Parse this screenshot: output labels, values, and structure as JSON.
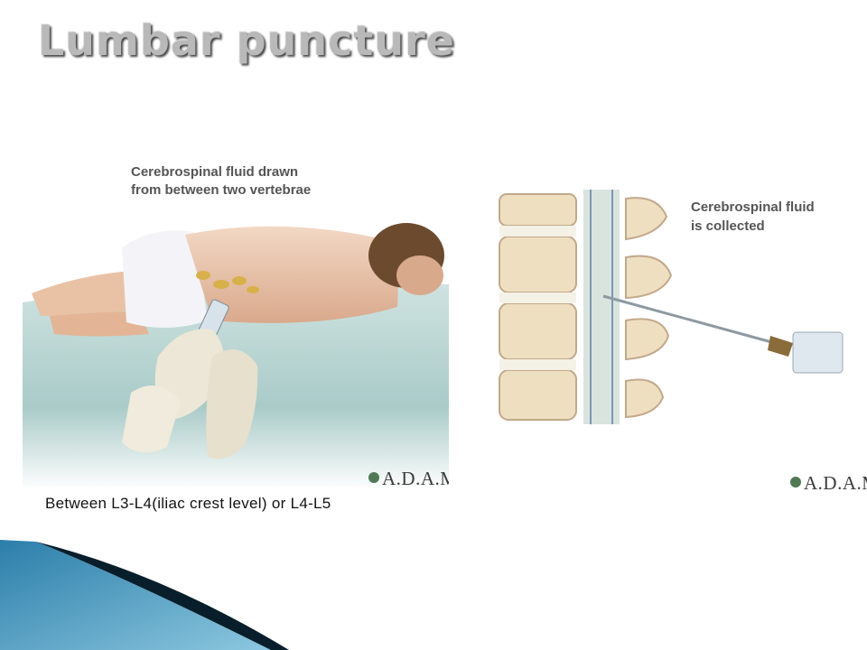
{
  "slide": {
    "title": "Lumbar puncture",
    "caption": "Between L3-L4(iliac crest level) or L4-L5"
  },
  "left_illustration": {
    "label_line1": "Cerebrospinal fluid drawn",
    "label_line2": "from between two vertebrae",
    "logo": "A.D.A.M."
  },
  "right_illustration": {
    "label_line1": "Cerebrospinal fluid",
    "label_line2": "is collected",
    "logo": "A.D.A.M."
  },
  "colors": {
    "title": "#b9b9b9",
    "accent_blue": "#3a8ab5",
    "accent_dark": "#0a2230"
  }
}
